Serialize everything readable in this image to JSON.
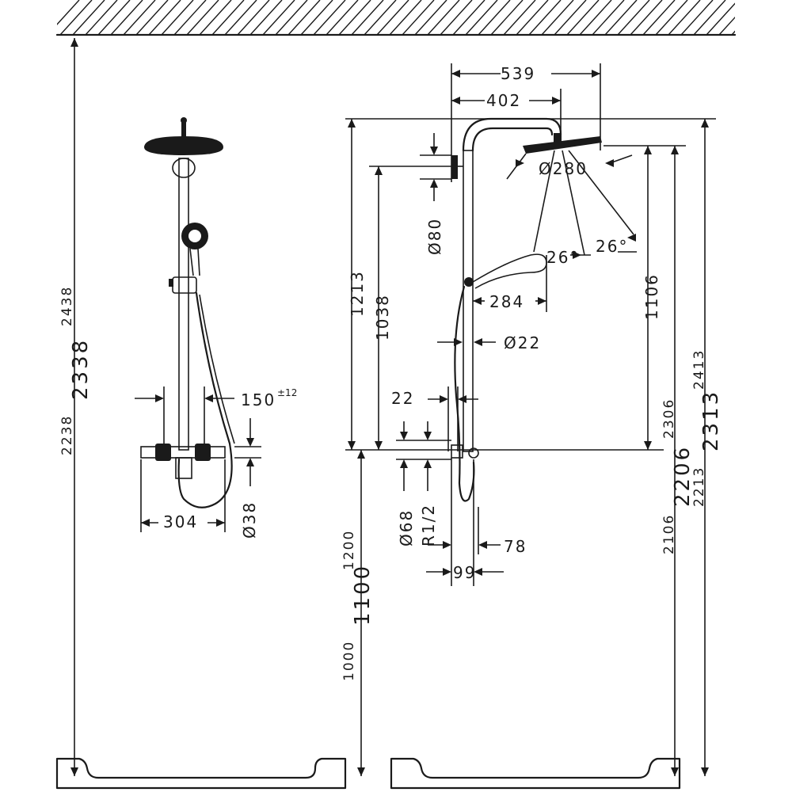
{
  "diagram": {
    "overall_heights": {
      "min": "2238",
      "nominal": "2338",
      "max": "2438"
    },
    "front_view": {
      "bar_spacing": "150",
      "bar_spacing_tolerance": "±12",
      "valve_width": "304",
      "valve_diameter": "Ø38"
    },
    "side_view": {
      "arm_reach_outer": "539",
      "arm_reach_inner": "402",
      "head_diameter": "Ø280",
      "arm_rosette_diameter": "Ø80",
      "spray_angle_a": "26°",
      "spray_angle_b": "26°",
      "hand_shower_reach": "284",
      "pipe_diameter": "Ø22",
      "pipe_offset": "22",
      "valve_diameter": "Ø68",
      "thread": "R1/2",
      "wall_to_valve": "78",
      "wall_to_valve_outer": "99",
      "height_arm": "1213",
      "height_rosette": "1038",
      "height_head": "1106",
      "head_height_values": {
        "min": "2306",
        "nominal": "2206",
        "max": "2106"
      },
      "arm_height_values": {
        "min": "2413",
        "nominal": "2313",
        "max": "2213"
      },
      "valve_height_values": {
        "min": "1000",
        "nominal": "1100",
        "max": "1200"
      }
    }
  }
}
